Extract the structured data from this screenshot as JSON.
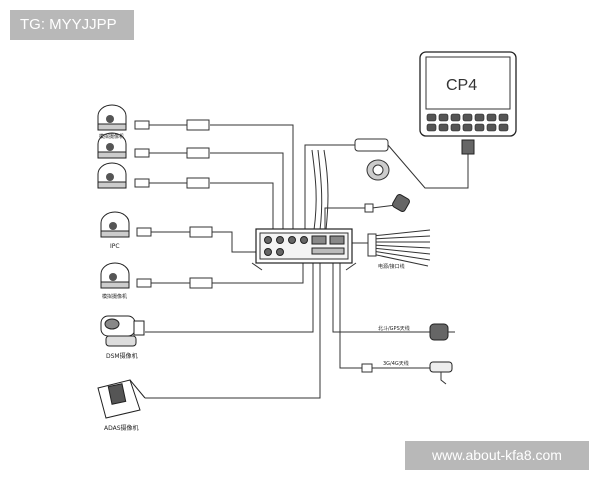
{
  "watermark": {
    "tag": "TG: MYYJJPP",
    "url": "www.about-kfa8.com"
  },
  "monitor": {
    "label": "CP4"
  },
  "devices": {
    "analog_camera_label": "模拟摄像机",
    "ipc_label": "IPC",
    "dsm_label": "DSM摄像机",
    "adas_label": "ADAS摄像机"
  },
  "cables": {
    "power_label": "电源/接口线",
    "gps_label": "北斗/GPS天线",
    "antenna_4g_label": "3G/4G天线"
  },
  "colors": {
    "line": "#333333",
    "badge": "#b8b8b8"
  }
}
